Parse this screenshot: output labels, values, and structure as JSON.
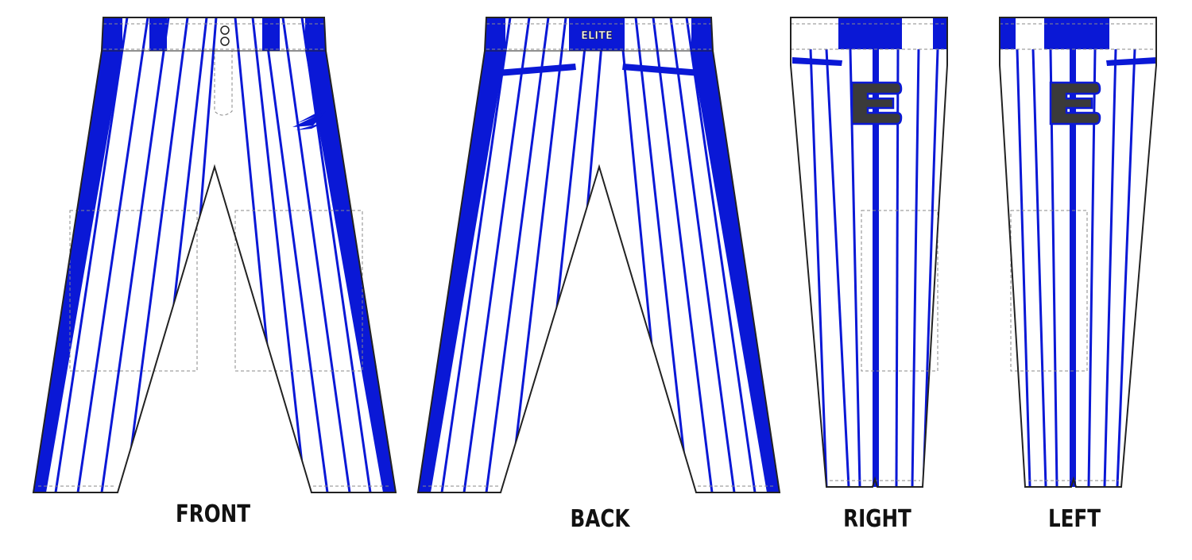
{
  "views": {
    "front": "FRONT",
    "back": "BACK",
    "right": "RIGHT",
    "left": "LEFT"
  },
  "back_waist_logo": "ELITE",
  "colors": {
    "stripe": "#0a18d6",
    "outline": "#222222",
    "seam": "#8a8a8a",
    "panel": "#ffffff",
    "logo_fill": "#3a3a3a",
    "label": "#111111"
  },
  "icons": {
    "front_hip": "arrow-logo-icon",
    "side_hip": "e-logo-icon"
  }
}
